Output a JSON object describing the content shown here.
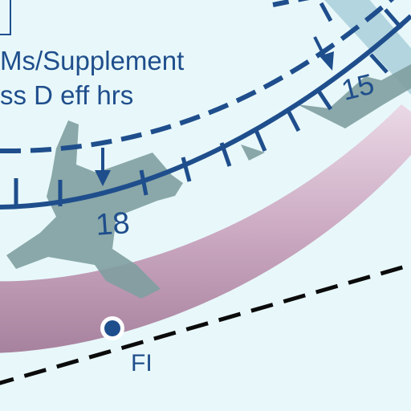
{
  "colors": {
    "background": "#e8f8fa",
    "route_blue": "#1f4e8c",
    "airspace_band": "#c8a8be",
    "airspace_band_edge": "#b08aa6",
    "aircraft_silhouette": "#7f9ea0",
    "dashed_boundary": "#0b0b0b",
    "runway_band": "#a9cfd9"
  },
  "labels": {
    "note_line_1": "Ms/Supplement",
    "note_line_2": "ss D eff hrs",
    "course_15": "15",
    "course_18": "18",
    "fix_name": "FI"
  },
  "icons": {
    "aircraft_1": "airplane-silhouette-icon",
    "aircraft_2": "airplane-silhouette-icon",
    "fix_point": "filled-circle-icon"
  }
}
